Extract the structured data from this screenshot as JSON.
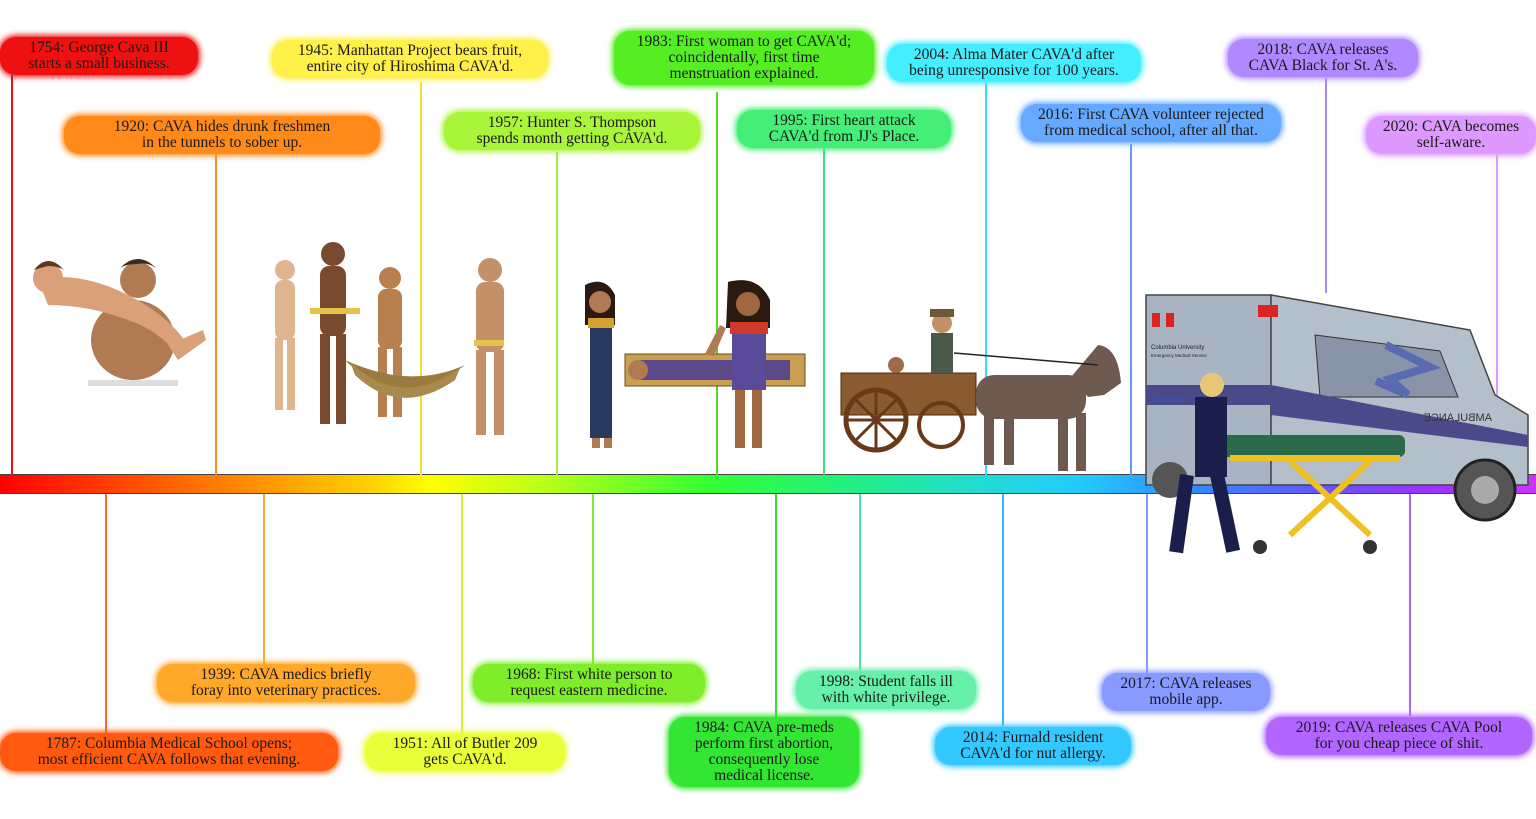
{
  "events": [
    {
      "id": "e1754",
      "lines": [
        "1754: George Cava III",
        "starts a small business."
      ],
      "color": "#ee1111"
    },
    {
      "id": "e1787",
      "lines": [
        "1787: Columbia Medical School opens;",
        "most efficient CAVA follows that evening."
      ],
      "color": "#ff5a10"
    },
    {
      "id": "e1920",
      "lines": [
        "1920: CAVA hides drunk freshmen",
        "in the tunnels to sober up."
      ],
      "color": "#ff8a1a"
    },
    {
      "id": "e1939",
      "lines": [
        "1939: CAVA medics briefly",
        "foray into veterinary practices."
      ],
      "color": "#ffa82a"
    },
    {
      "id": "e1945",
      "lines": [
        "1945: Manhattan Project bears fruit,",
        "entire city of Hiroshima CAVA'd."
      ],
      "color": "#fff04a"
    },
    {
      "id": "e1951",
      "lines": [
        "1951: All of Butler 209",
        "gets CAVA'd."
      ],
      "color": "#e8ff3a"
    },
    {
      "id": "e1957",
      "lines": [
        "1957: Hunter S. Thompson",
        "spends month getting CAVA'd."
      ],
      "color": "#a8f53a"
    },
    {
      "id": "e1968",
      "lines": [
        "1968: First white person to",
        "request eastern medicine."
      ],
      "color": "#7fee2a"
    },
    {
      "id": "e1983",
      "lines": [
        "1983: First woman to get CAVA'd;",
        "coincidentally, first time",
        "menstruation explained."
      ],
      "color": "#55ee22"
    },
    {
      "id": "e1984",
      "lines": [
        "1984: CAVA pre-meds",
        "perform first abortion,",
        "consequently lose",
        "medical license."
      ],
      "color": "#33e633"
    },
    {
      "id": "e1995",
      "lines": [
        "1995: First heart attack",
        "CAVA'd from JJ's Place."
      ],
      "color": "#44ee77"
    },
    {
      "id": "e1998",
      "lines": [
        "1998: Student falls ill",
        "with white privilege."
      ],
      "color": "#66f0aa"
    },
    {
      "id": "e2004",
      "lines": [
        "2004: Alma Mater CAVA'd after",
        "being unresponsive for 100 years."
      ],
      "color": "#44eeff"
    },
    {
      "id": "e2014",
      "lines": [
        "2014: Furnald resident",
        "CAVA'd for nut allergy."
      ],
      "color": "#33c8ff"
    },
    {
      "id": "e2016",
      "lines": [
        "2016: First CAVA volunteer rejected",
        "from medical school, after all that."
      ],
      "color": "#66aaff"
    },
    {
      "id": "e2017",
      "lines": [
        "2017: CAVA releases",
        "mobile app."
      ],
      "color": "#8899ff"
    },
    {
      "id": "e2018",
      "lines": [
        "2018: CAVA releases",
        "CAVA Black for St. A's."
      ],
      "color": "#b088ff"
    },
    {
      "id": "e2019",
      "lines": [
        "2019: CAVA releases CAVA Pool",
        "for you cheap piece of shit."
      ],
      "color": "#b066ff"
    },
    {
      "id": "e2020",
      "lines": [
        "2020: CAVA becomes",
        "self-aware."
      ],
      "color": "#dd99ff"
    }
  ],
  "ambulance": {
    "side_text": "Columbia University",
    "side_subtext": "Emergency Medical Service",
    "script_text": "The Fed",
    "hood_text": "AMBULANCE"
  },
  "colors": {
    "skin_light": "#d9a07a",
    "skin_mid": "#b07a52",
    "skin_dark": "#7a4a2e",
    "ambulance_body": "#a9b4c2",
    "stretcher": "#f0c020",
    "wagon": "#8a5a30",
    "horse": "#6e5a4e"
  }
}
